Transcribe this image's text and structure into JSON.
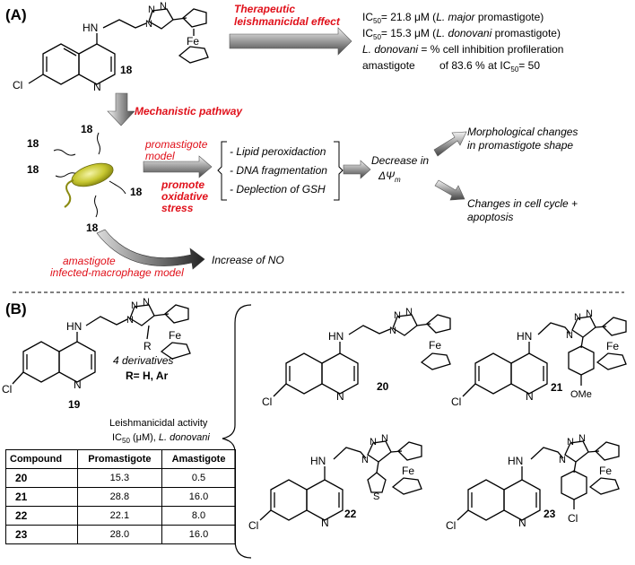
{
  "panel_a": {
    "label": "(A)",
    "compound_num": "18",
    "effect_title_1": "Therapeutic",
    "effect_title_2": "leishmanicidal effect",
    "ic50_prefix": "IC",
    "ic50_sub": "50",
    "ic50_line1_val": "= 21.8 μM (",
    "ic50_line1_species": "L. major",
    "ic50_line1_end": " promastigote)",
    "ic50_line2_val": "= 15.3 μM (",
    "ic50_line2_species": "L. donovani",
    "ic50_line2_end": " promastigote)",
    "donovani_species": "L. donovani",
    "donovani_text": " = % cell inhibition profileration",
    "amastigote_word": "amastigote",
    "amastigote_result": "of 83.6 % at IC",
    "amastigote_result_sub": "50",
    "amastigote_result_end": "= 50",
    "mechanistic": "Mechanistic pathway",
    "parasite_labels": [
      "18",
      "18",
      "18",
      "18",
      "18"
    ],
    "promastigote_model_1": "promastigote",
    "promastigote_model_2": "model",
    "oxidative_1": "promote",
    "oxidative_2": "oxidative",
    "oxidative_3": "stress",
    "effects": [
      "- Lipid peroxidaction",
      "- DNA fragmentation",
      "- Deplection of GSH"
    ],
    "decrease_1": "Decrease in",
    "decrease_2": "ΔΨ",
    "decrease_sub": "m",
    "morph_1": "Morphological changes",
    "morph_2": "in promastigote shape",
    "cycle_1": "Changes in cell cycle +",
    "cycle_2": "apoptosis",
    "increase_no": "Increase of NO",
    "amastigote_model_1": "amastigote",
    "amastigote_model_2": "infected-macrophage model"
  },
  "panel_b": {
    "label": "(B)",
    "compound_19": "19",
    "derivatives": "4 derivatives",
    "r_def": "R= H, Ar",
    "leish_1": "Leishmanicidal activity",
    "leish_2a": "IC",
    "leish_2sub": "50",
    "leish_2b": " (μM), ",
    "leish_2c": "L. donovani",
    "compounds": [
      "20",
      "21",
      "22",
      "23"
    ],
    "substituent_ome": "OMe"
  },
  "chem": {
    "N": "N",
    "HN": "HN",
    "Cl": "Cl",
    "Fe": "Fe",
    "R": "R",
    "S": "S"
  },
  "table": {
    "headers": [
      "Compound",
      "Promastigote",
      "Amastigote"
    ],
    "rows": [
      [
        "20",
        "15.3",
        "0.5"
      ],
      [
        "21",
        "28.8",
        "16.0"
      ],
      [
        "22",
        "22.1",
        "8.0"
      ],
      [
        "23",
        "28.0",
        "16.0"
      ]
    ]
  },
  "colors": {
    "accent_red": "#e0101a",
    "parasite_yellow": "#c8c832"
  }
}
